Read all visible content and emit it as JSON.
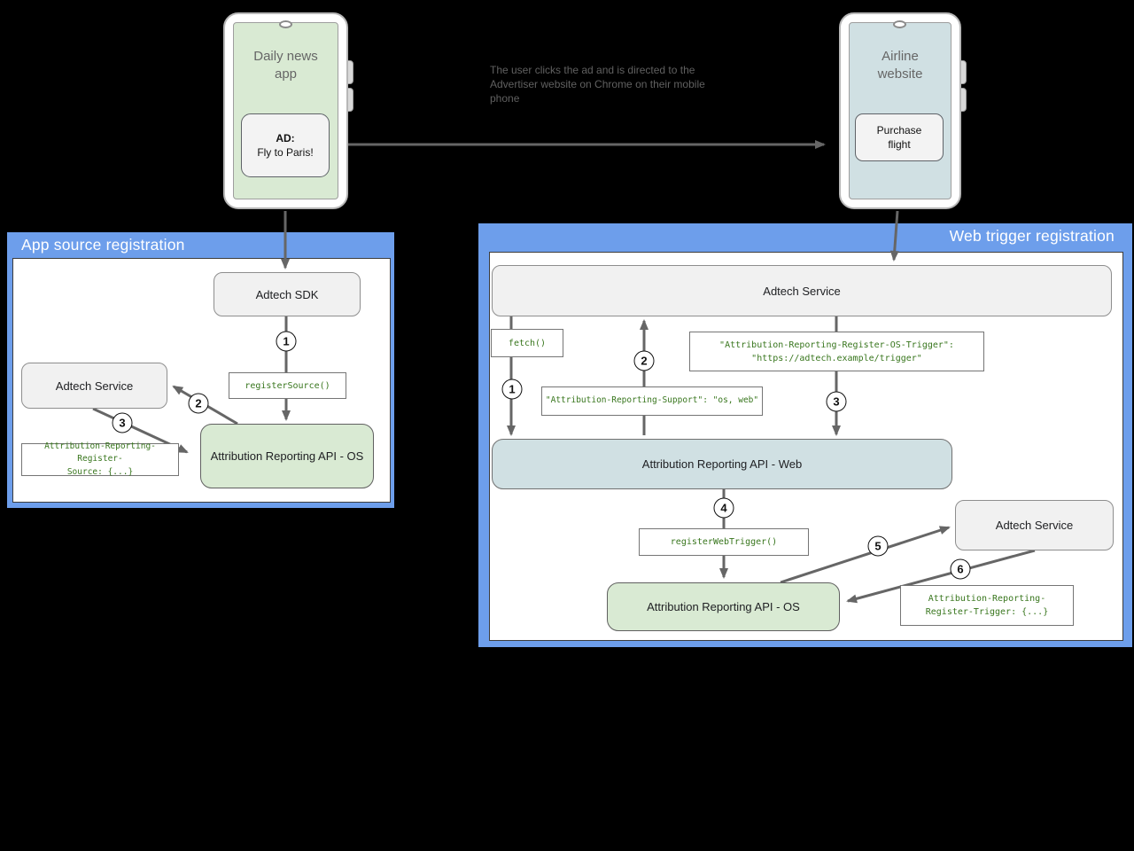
{
  "annotation": "The user clicks the ad and is directed to the Advertiser website on Chrome on their mobile phone",
  "news_phone": {
    "title": "Daily news app",
    "ad_heading": "AD:",
    "ad_text": "Fly to Paris!"
  },
  "airline_phone": {
    "title": "Airline website",
    "button": "Purchase flight"
  },
  "app_source_panel": {
    "title": "App source registration",
    "adtech_sdk": "Adtech SDK",
    "adtech_service": "Adtech Service",
    "register_source_call": "registerSource()",
    "register_source_header": "Attribution-Reporting-Register-\nSource: {...}",
    "api_os": "Attribution Reporting API - OS",
    "steps": [
      "1",
      "2",
      "3"
    ]
  },
  "web_trigger_panel": {
    "title": "Web trigger registration",
    "adtech_service_top": "Adtech Service",
    "fetch_call": "fetch()",
    "os_trigger_header": "\"Attribution-Reporting-Register-OS-Trigger\":\n\"https://adtech.example/trigger\"",
    "support_header": "\"Attribution-Reporting-Support\": \"os, web\"",
    "api_web": "Attribution Reporting API - Web",
    "register_web_trigger_call": "registerWebTrigger()",
    "adtech_service_right": "Adtech Service",
    "api_os": "Attribution Reporting API - OS",
    "register_trigger_header": "Attribution-Reporting-\nRegister-Trigger: {...}",
    "steps": [
      "1",
      "2",
      "3",
      "4",
      "5",
      "6"
    ]
  },
  "colors": {
    "panel_blue": "#6d9eeb",
    "box_green": "#d9ead3",
    "box_cyan": "#d0e0e3",
    "box_gray": "#f1f1f1",
    "code_green": "#38761d",
    "arrow_gray": "#666666"
  }
}
